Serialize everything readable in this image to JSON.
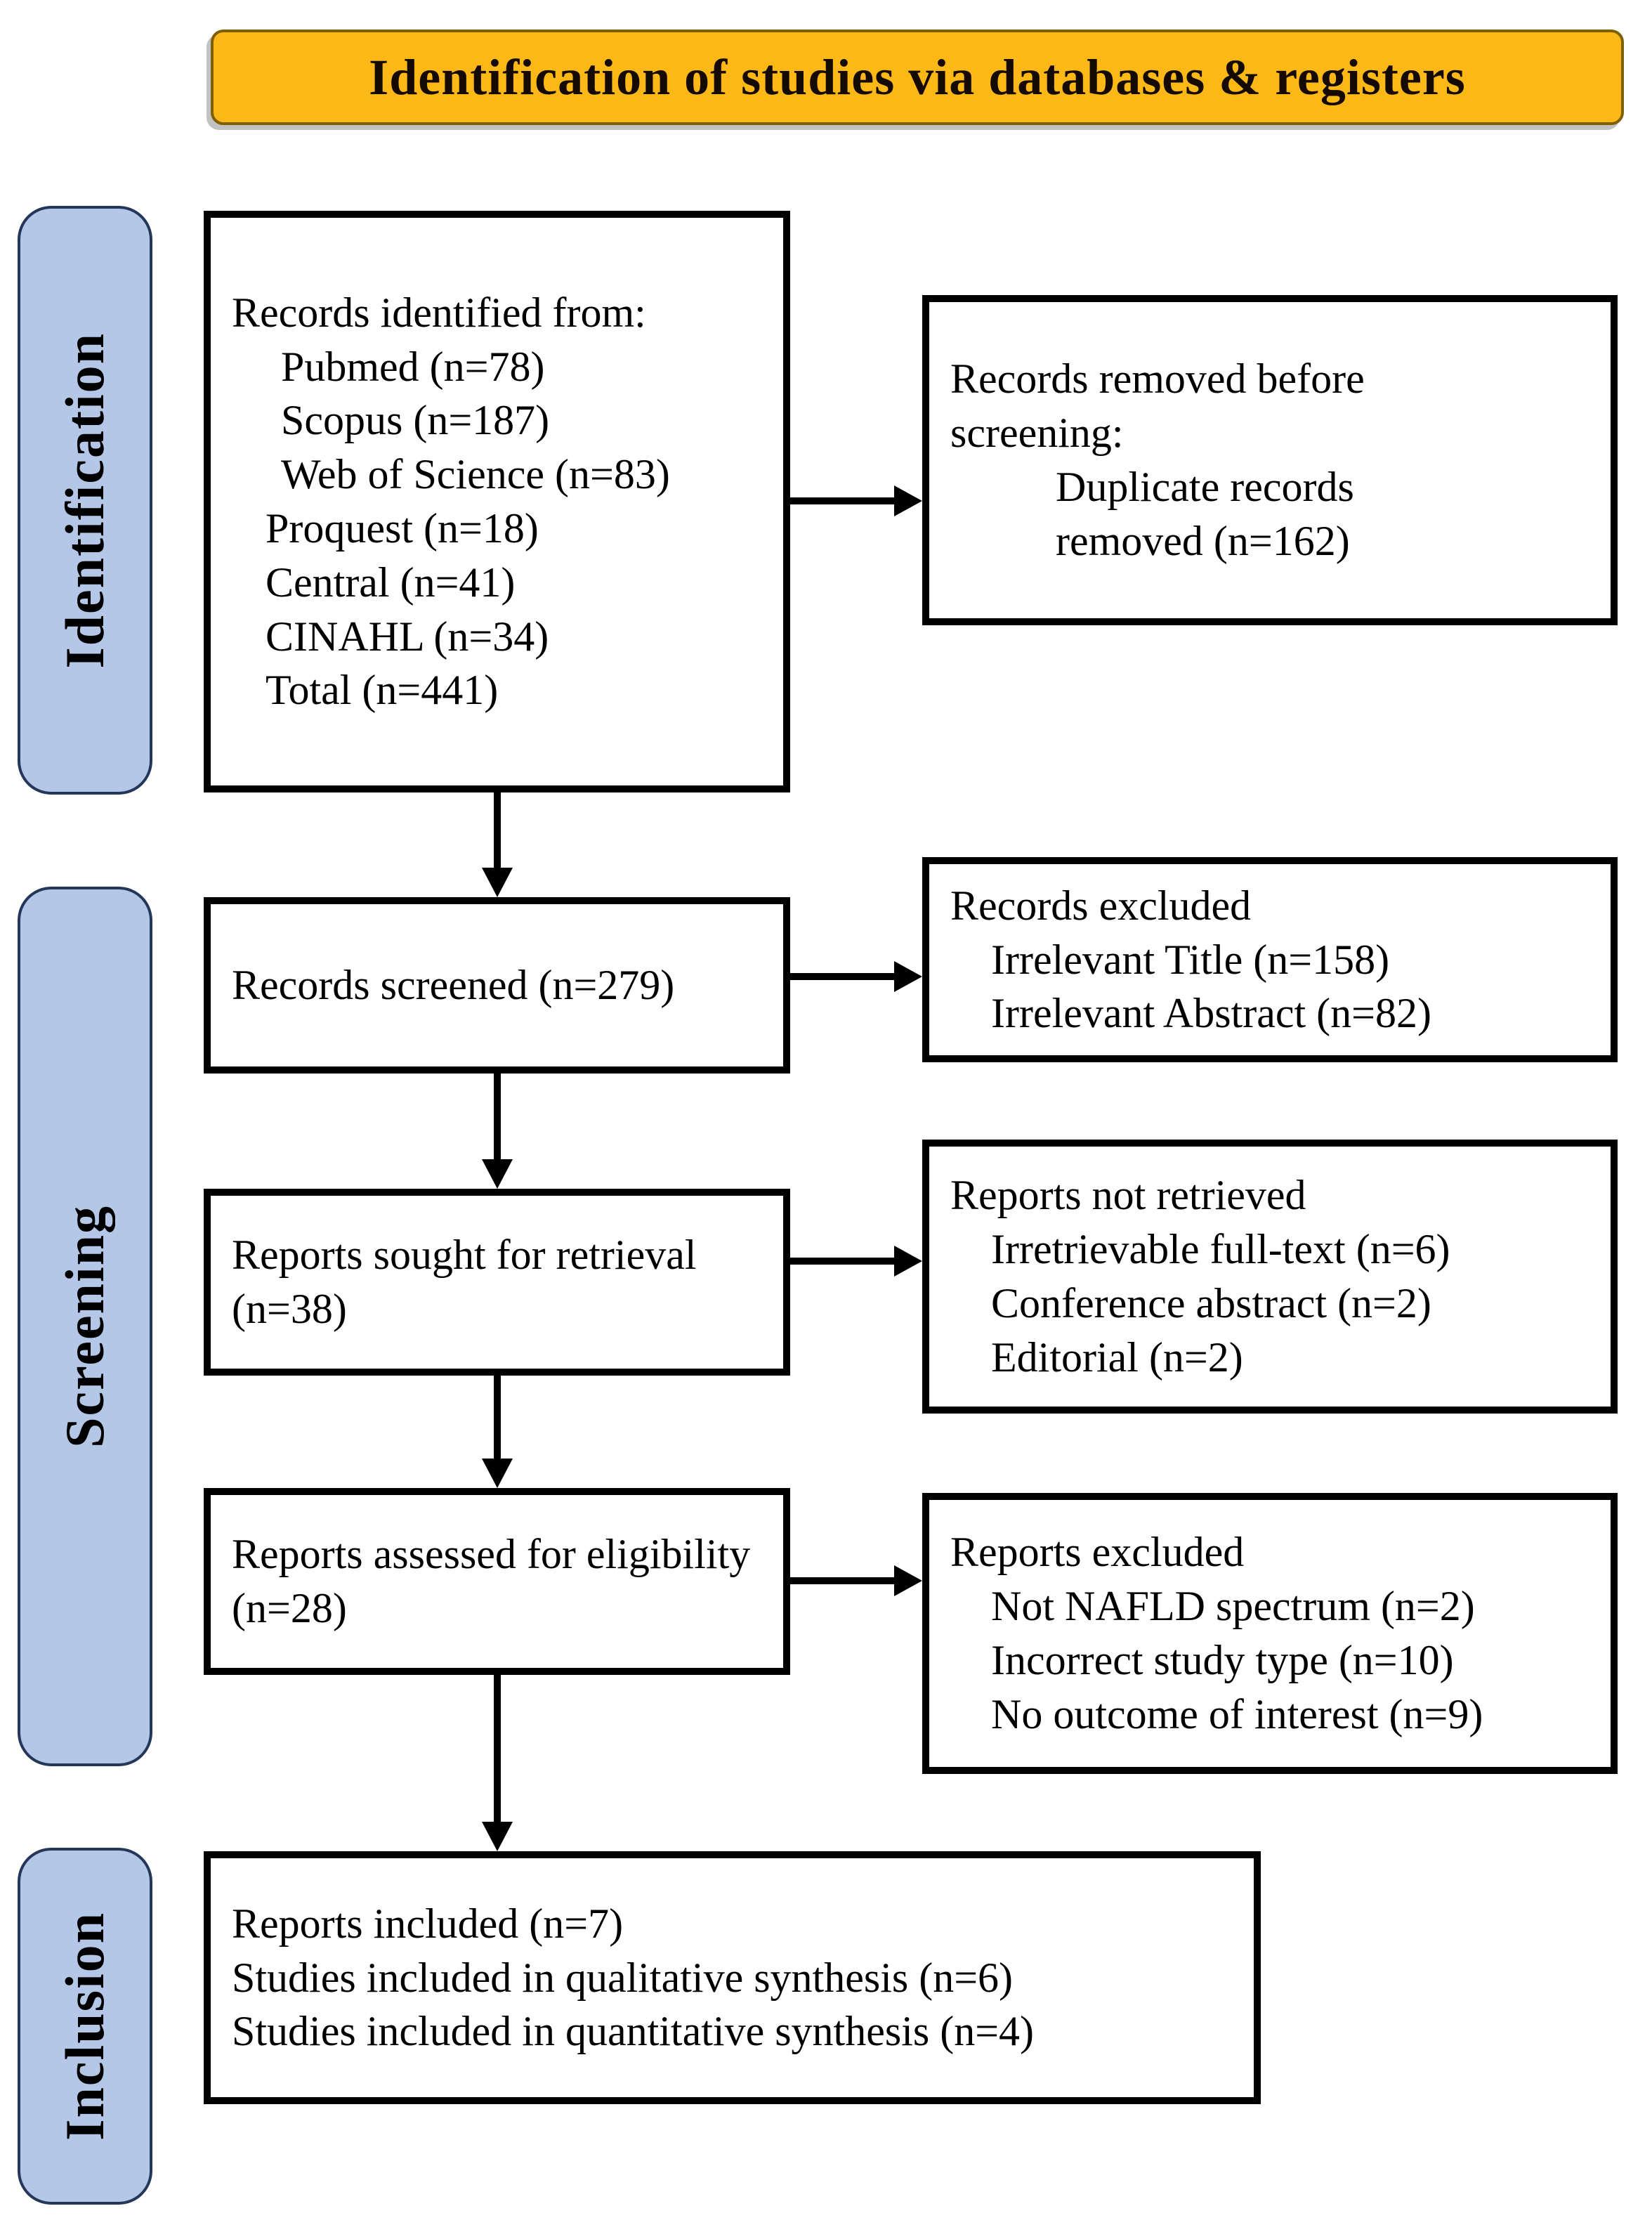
{
  "banner": {
    "title": "Identification of studies via databases & registers"
  },
  "stages": {
    "identification": "Identification",
    "screening": "Screening",
    "inclusion": "Inclusion"
  },
  "boxes": {
    "records_identified": {
      "title": "Records identified from:",
      "items": [
        "Pubmed (n=78)",
        "Scopus (n=187)",
        "Web of Science (n=83)",
        "Proquest (n=18)",
        "Central (n=41)",
        "CINAHL (n=34)",
        "Total (n=441)"
      ]
    },
    "records_removed": {
      "title": "Records removed before screening:",
      "items": [
        "Duplicate records removed  (n=162)"
      ]
    },
    "records_screened": {
      "title": "Records screened (n=279)"
    },
    "records_excluded": {
      "title": "Records excluded",
      "items": [
        "Irrelevant Title (n=158)",
        "Irrelevant Abstract (n=82)"
      ]
    },
    "reports_sought": {
      "title": "Reports sought for retrieval (n=38)"
    },
    "reports_not_retrieved": {
      "title": "Reports not retrieved",
      "items": [
        "Irretrievable full-text (n=6)",
        "Conference abstract (n=2)",
        "Editorial (n=2)"
      ]
    },
    "reports_assessed": {
      "title": "Reports assessed for eligibility (n=28)"
    },
    "reports_excluded": {
      "title": "Reports excluded",
      "items": [
        "Not NAFLD spectrum (n=2)",
        "Incorrect study type (n=10)",
        "No outcome of interest (n=9)"
      ]
    },
    "included": {
      "items": [
        "Reports included (n=7)",
        "Studies included in qualitative synthesis (n=6)",
        "Studies included in quantitative synthesis (n=4)"
      ]
    }
  },
  "colors": {
    "banner_fill": "#FCB816",
    "banner_border": "#7F6000",
    "stage_fill": "#B4C7E7",
    "stage_border": "#24375B",
    "box_border": "#000000",
    "arrow": "#000000"
  }
}
